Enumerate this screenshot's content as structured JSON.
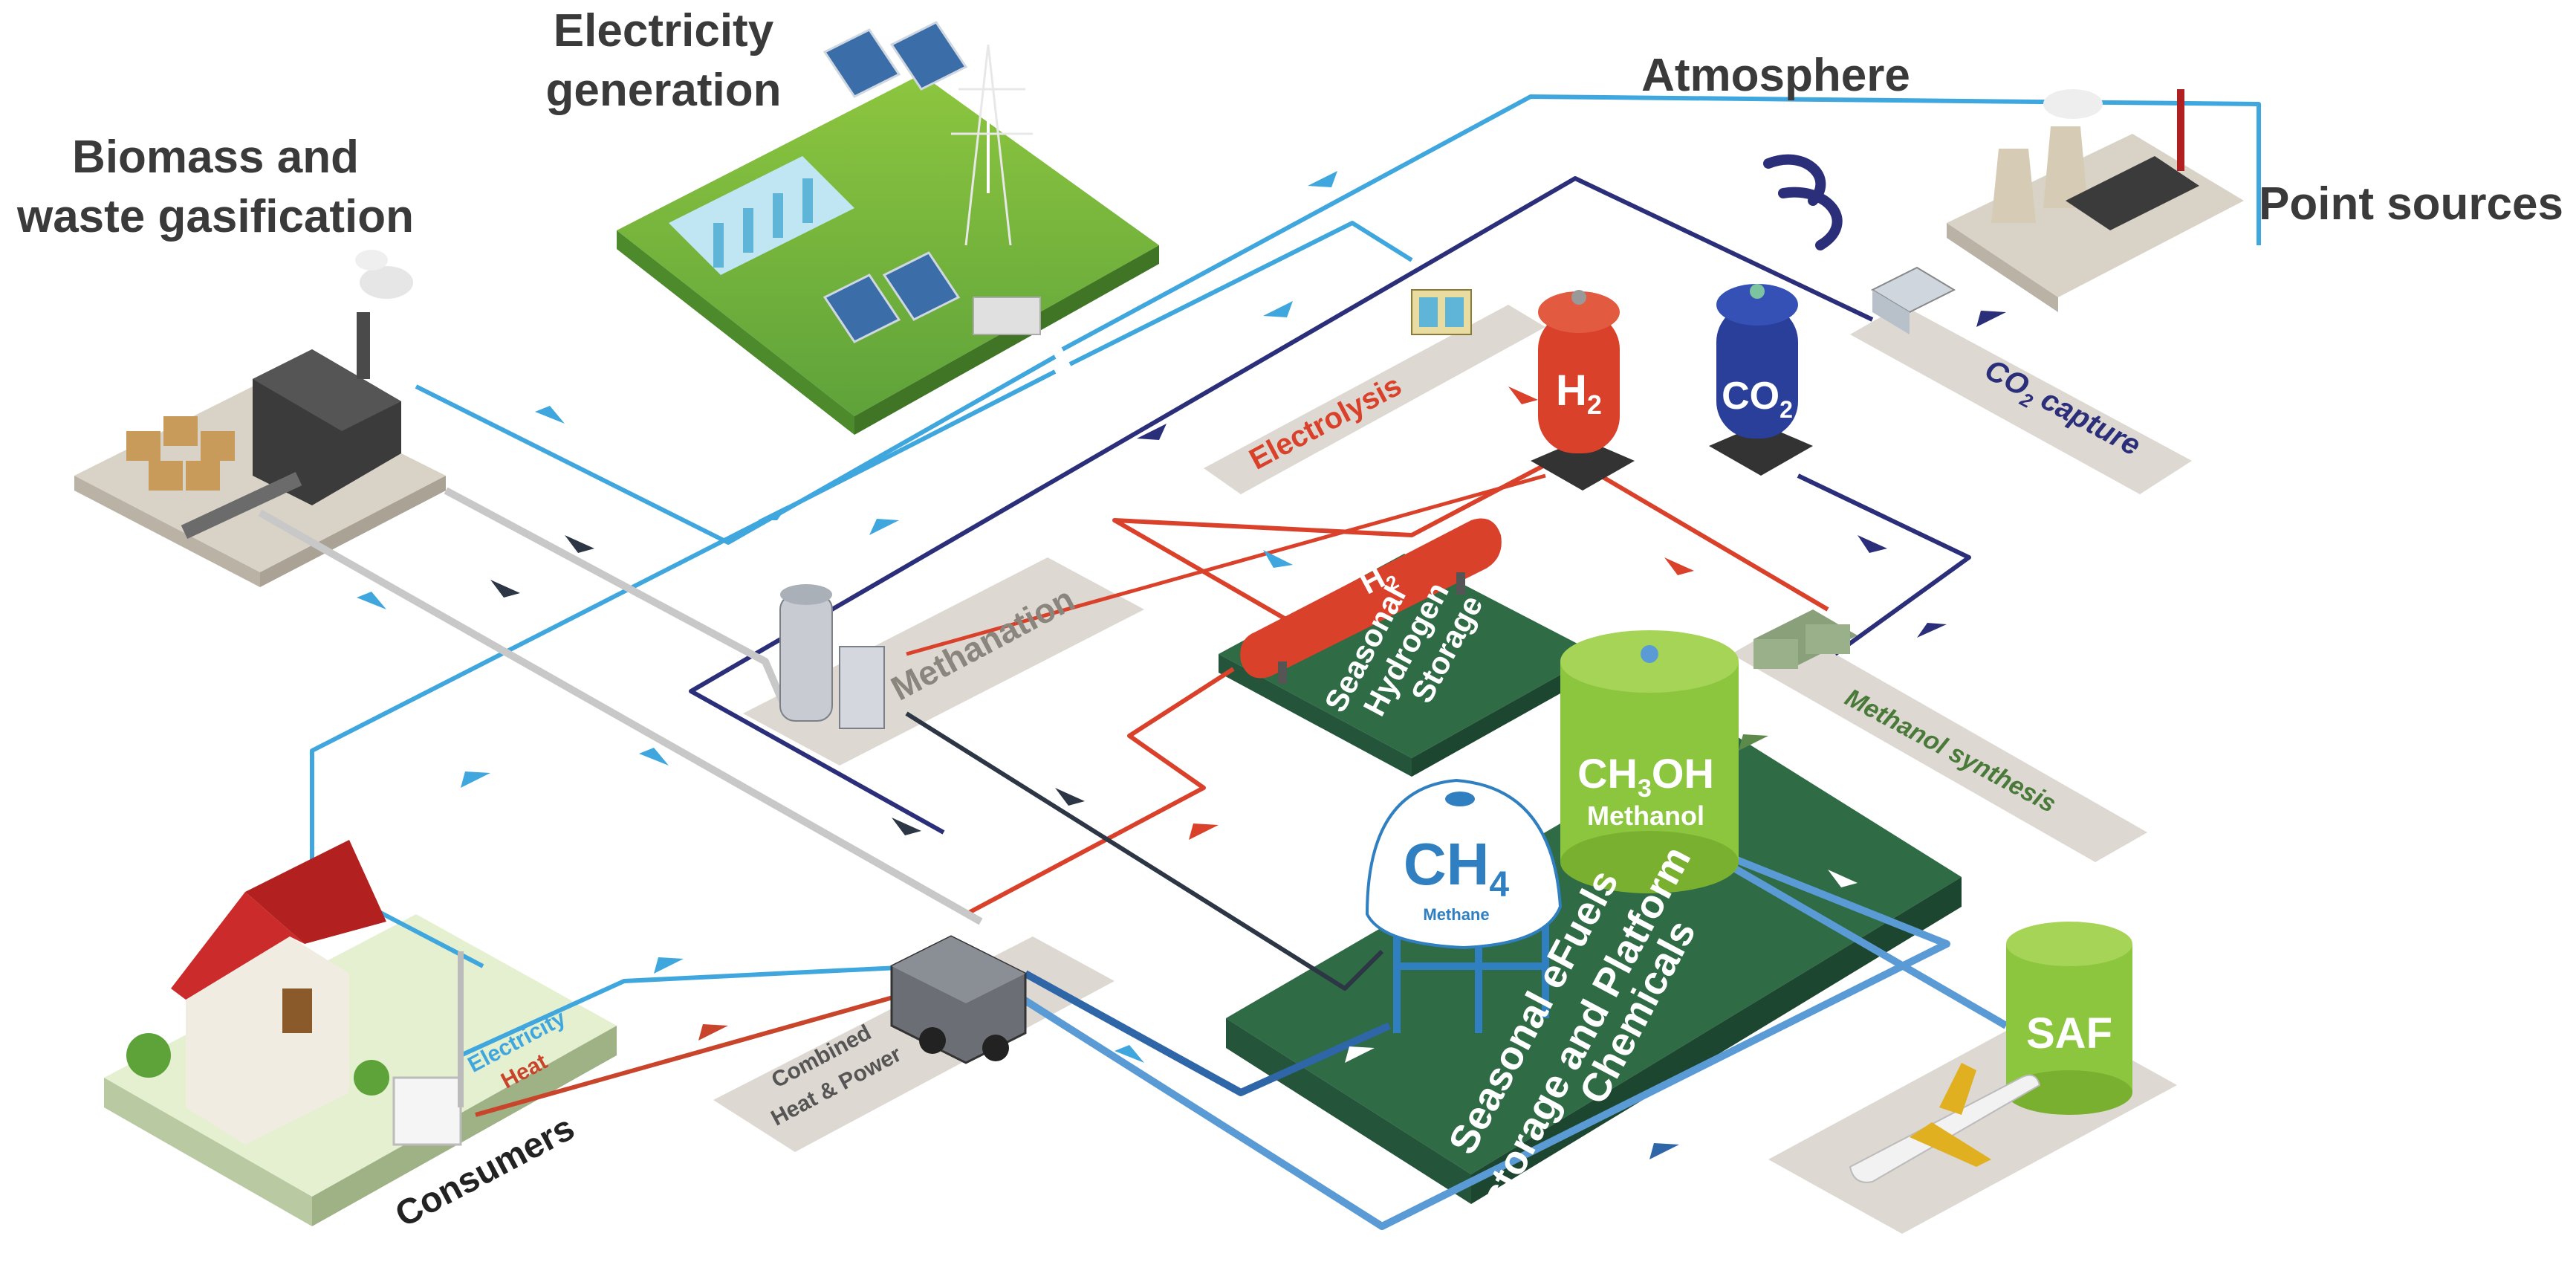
{
  "headings": {
    "electricity_1": "Electricity",
    "electricity_2": "generation",
    "atmosphere": "Atmosphere",
    "point_sources": "Point sources",
    "biomass_1": "Biomass and",
    "biomass_2": "waste gasification",
    "consumers": "Consumers"
  },
  "process_labels": {
    "electrolysis": "Electrolysis",
    "co2_capture_prefix": "CO",
    "co2_capture_sub": "2",
    "co2_capture_suffix": " capture",
    "methanation": "Methanation",
    "methanol_synthesis": "Methanol synthesis",
    "chp_1": "Combined",
    "chp_2": "Heat & Power",
    "seasonal_h2_1": "Seasonal",
    "seasonal_h2_2": "Hydrogen",
    "seasonal_h2_3": "Storage",
    "efuels_1": "Seasonal eFuels",
    "efuels_2": "storage and Platform",
    "efuels_3": "Chemicals",
    "consumer_electricity": "Electricity",
    "consumer_heat": "Heat"
  },
  "tanks": {
    "h2_main": "H",
    "h2_sub": "2",
    "co2_main": "CO",
    "co2_sub": "2",
    "h2_storage_main": "H",
    "h2_storage_sub": "2",
    "ch4_main": "CH",
    "ch4_sub": "4",
    "ch4_name": "Methane",
    "ch3oh_a": "CH",
    "ch3oh_sub": "3",
    "ch3oh_b": "OH",
    "ch3oh_name": "Methanol",
    "saf": "SAF"
  },
  "colors": {
    "electricity": "#3fa7dd",
    "hydrogen": "#d9412b",
    "co2": "#2b2f7a",
    "methane": "#2c3644",
    "methanol": "#5b9bd5",
    "heat": "#c8452c",
    "green_platform": "#2f6b45",
    "gray_platform": "#ddd8d1"
  }
}
